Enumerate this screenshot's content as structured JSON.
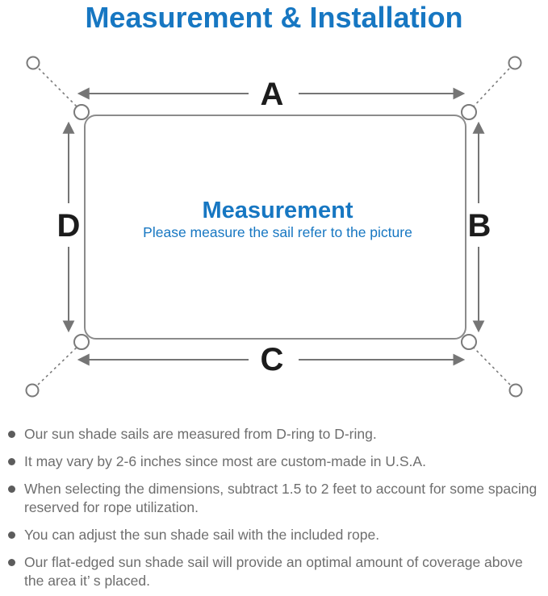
{
  "colors": {
    "accent": "#1777c2",
    "line-gray": "#7a7a7a",
    "label-black": "#1c1c1c",
    "text-gray": "#6e6e6e",
    "dot-gray": "#5c5c5c"
  },
  "title": "Measurement & Installation",
  "diagram": {
    "dimension_labels": {
      "top": "A",
      "right": "B",
      "bottom": "C",
      "left": "D"
    },
    "center": {
      "heading": "Measurement",
      "subheading": "Please measure the sail refer to the picture"
    }
  },
  "notes": {
    "items": [
      "Our sun shade sails are measured from D-ring to D-ring.",
      "It may vary by 2-6 inches since most are custom-made in U.S.A.",
      "When selecting the dimensions, subtract 1.5 to 2 feet to account for some spacing reserved for rope utilization.",
      "You can adjust the sun shade sail with the included rope.",
      "Our flat-edged sun shade sail will provide an optimal amount of coverage above the area it’ s placed."
    ]
  }
}
